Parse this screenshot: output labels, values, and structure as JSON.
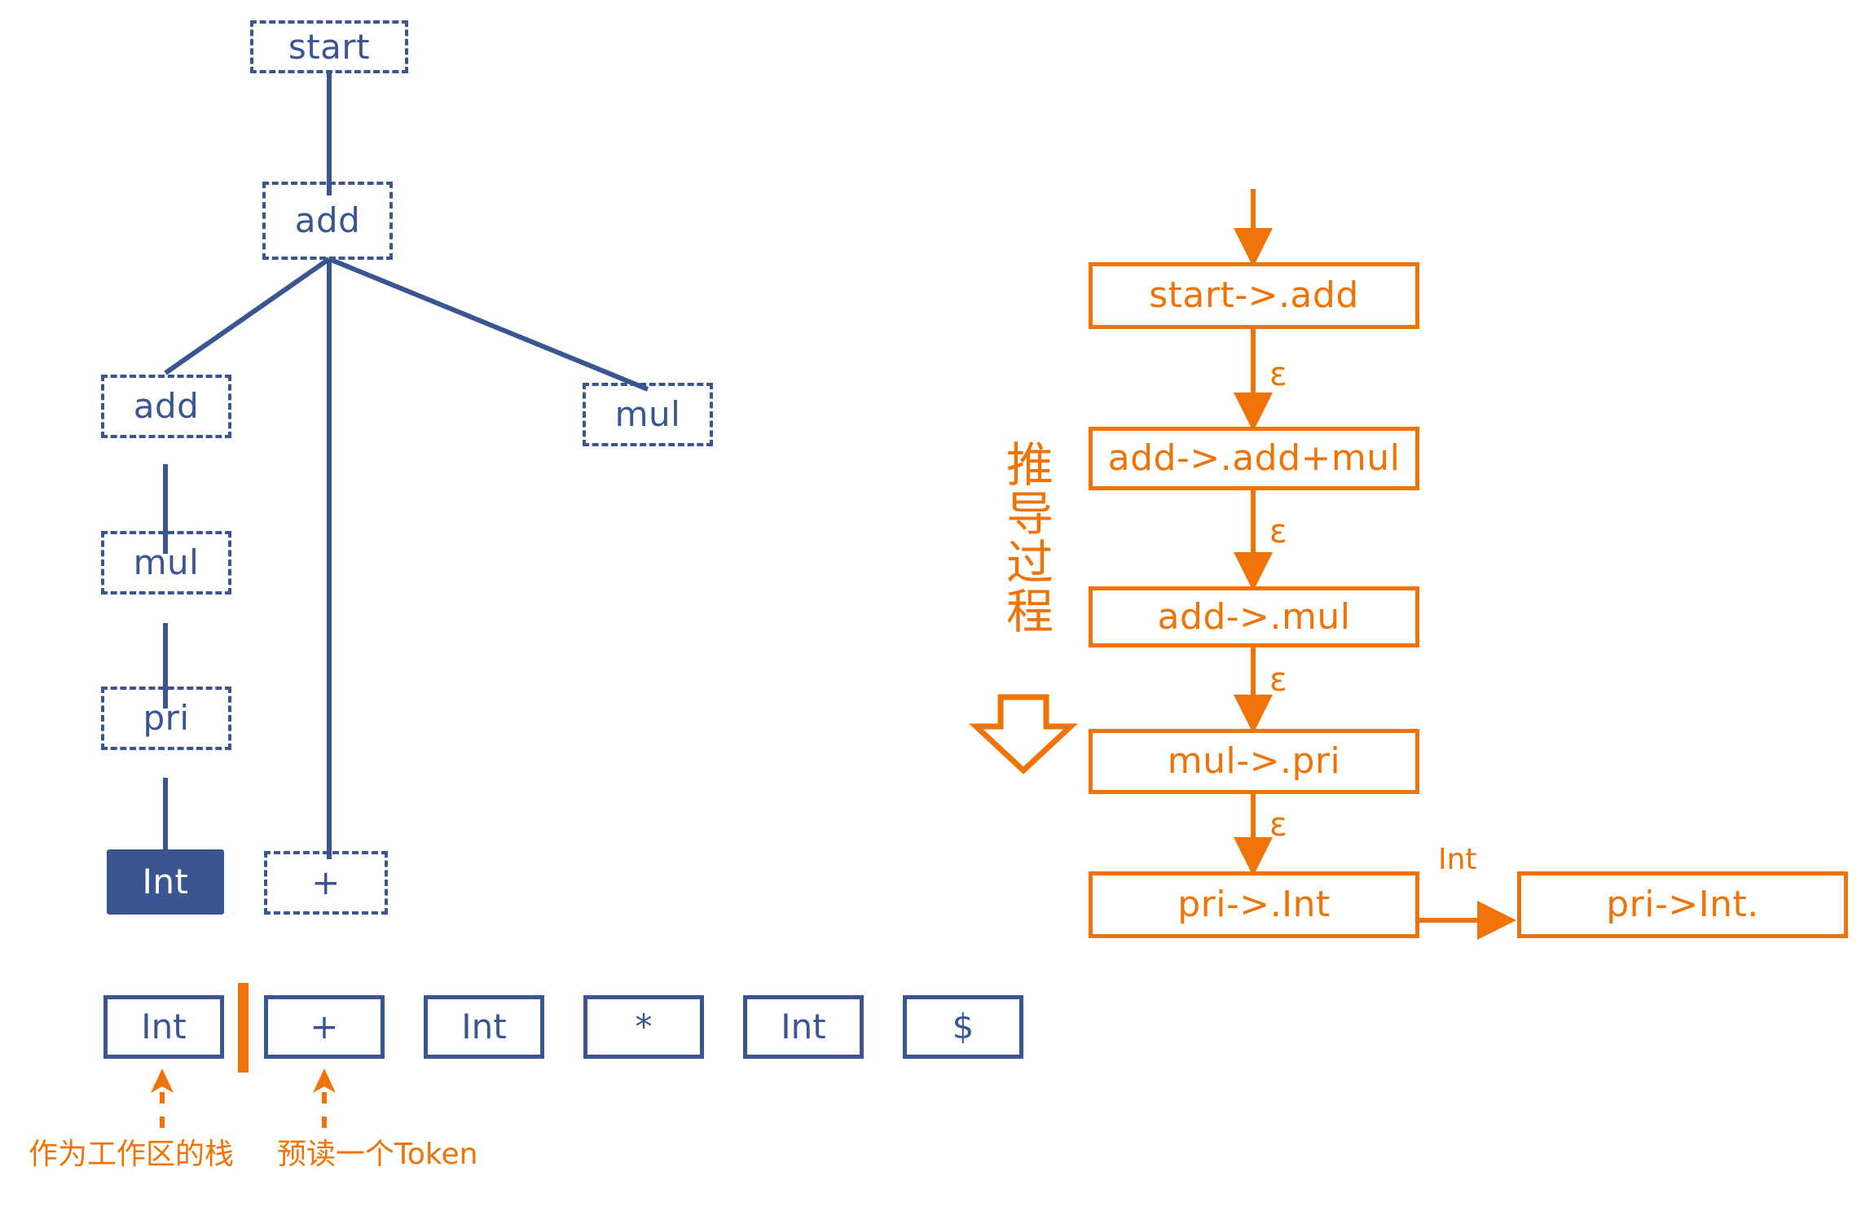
{
  "colors": {
    "blue": "#3B5591",
    "orange": "#F07307",
    "white": "#FFFFFF"
  },
  "parse_tree": {
    "title": "parse-tree",
    "nodes": [
      {
        "id": "start",
        "label": "start",
        "style": "dashed"
      },
      {
        "id": "add-root",
        "label": "add",
        "style": "dashed"
      },
      {
        "id": "add-left",
        "label": "add",
        "style": "dashed"
      },
      {
        "id": "mul-right",
        "label": "mul",
        "style": "dashed"
      },
      {
        "id": "mul-left",
        "label": "mul",
        "style": "dashed"
      },
      {
        "id": "pri",
        "label": "pri",
        "style": "dashed"
      },
      {
        "id": "int-leaf",
        "label": "Int",
        "style": "filled"
      },
      {
        "id": "plus-leaf",
        "label": "+",
        "style": "dashed"
      }
    ],
    "edges": [
      {
        "from": "start",
        "to": "add-root"
      },
      {
        "from": "add-root",
        "to": "add-left"
      },
      {
        "from": "add-root",
        "to": "plus-leaf"
      },
      {
        "from": "add-root",
        "to": "mul-right"
      },
      {
        "from": "add-left",
        "to": "mul-left"
      },
      {
        "from": "mul-left",
        "to": "pri"
      },
      {
        "from": "pri",
        "to": "int-leaf"
      }
    ]
  },
  "token_stream": {
    "tokens": [
      {
        "id": "tok-int-1",
        "label": "Int"
      },
      {
        "id": "tok-plus",
        "label": "+"
      },
      {
        "id": "tok-int-2",
        "label": "Int"
      },
      {
        "id": "tok-star",
        "label": "*"
      },
      {
        "id": "tok-int-3",
        "label": "Int"
      },
      {
        "id": "tok-eof",
        "label": "$"
      }
    ],
    "divider": {
      "after_index": 0,
      "color": "#F07307"
    },
    "annotations": [
      {
        "id": "stack-note",
        "text": "作为工作区的栈",
        "points_to": "tok-int-1"
      },
      {
        "id": "lookahead-note",
        "text": "预读一个Token",
        "points_to": "tok-plus"
      }
    ]
  },
  "derivation": {
    "vertical_label": "推导过程",
    "steps": [
      {
        "id": "step-1",
        "label": "start->.add"
      },
      {
        "id": "step-2",
        "label": "add->.add+mul"
      },
      {
        "id": "step-3",
        "label": "add->.mul"
      },
      {
        "id": "step-4",
        "label": "mul->.pri"
      },
      {
        "id": "step-5",
        "label": "pri->.Int"
      }
    ],
    "final_step": {
      "id": "step-6",
      "label": "pri->Int."
    },
    "edge_labels": [
      {
        "id": "edge-1",
        "label": "ε"
      },
      {
        "id": "edge-2",
        "label": "ε"
      },
      {
        "id": "edge-3",
        "label": "ε"
      },
      {
        "id": "edge-4",
        "label": "ε"
      },
      {
        "id": "edge-5",
        "label": "Int"
      }
    ]
  }
}
